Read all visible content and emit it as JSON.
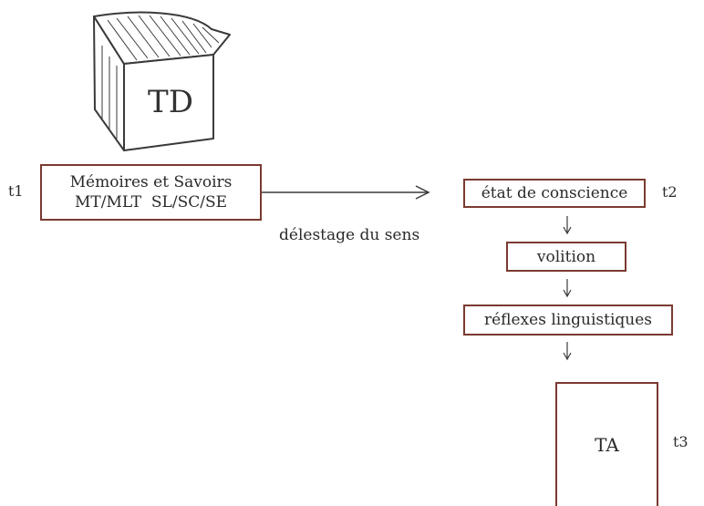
{
  "book": {
    "label": "TD"
  },
  "source_box": {
    "line1": "Mémoires et Savoirs",
    "line2": "MT/MLT  SL/SC/SE"
  },
  "time_labels": {
    "t1": "t1",
    "t2": "t2",
    "t3": "t3"
  },
  "arrow_label": "délestage du sens",
  "steps": [
    "état de conscience",
    "volition",
    "réflexes linguistiques"
  ],
  "target_box": {
    "label": "TA"
  }
}
